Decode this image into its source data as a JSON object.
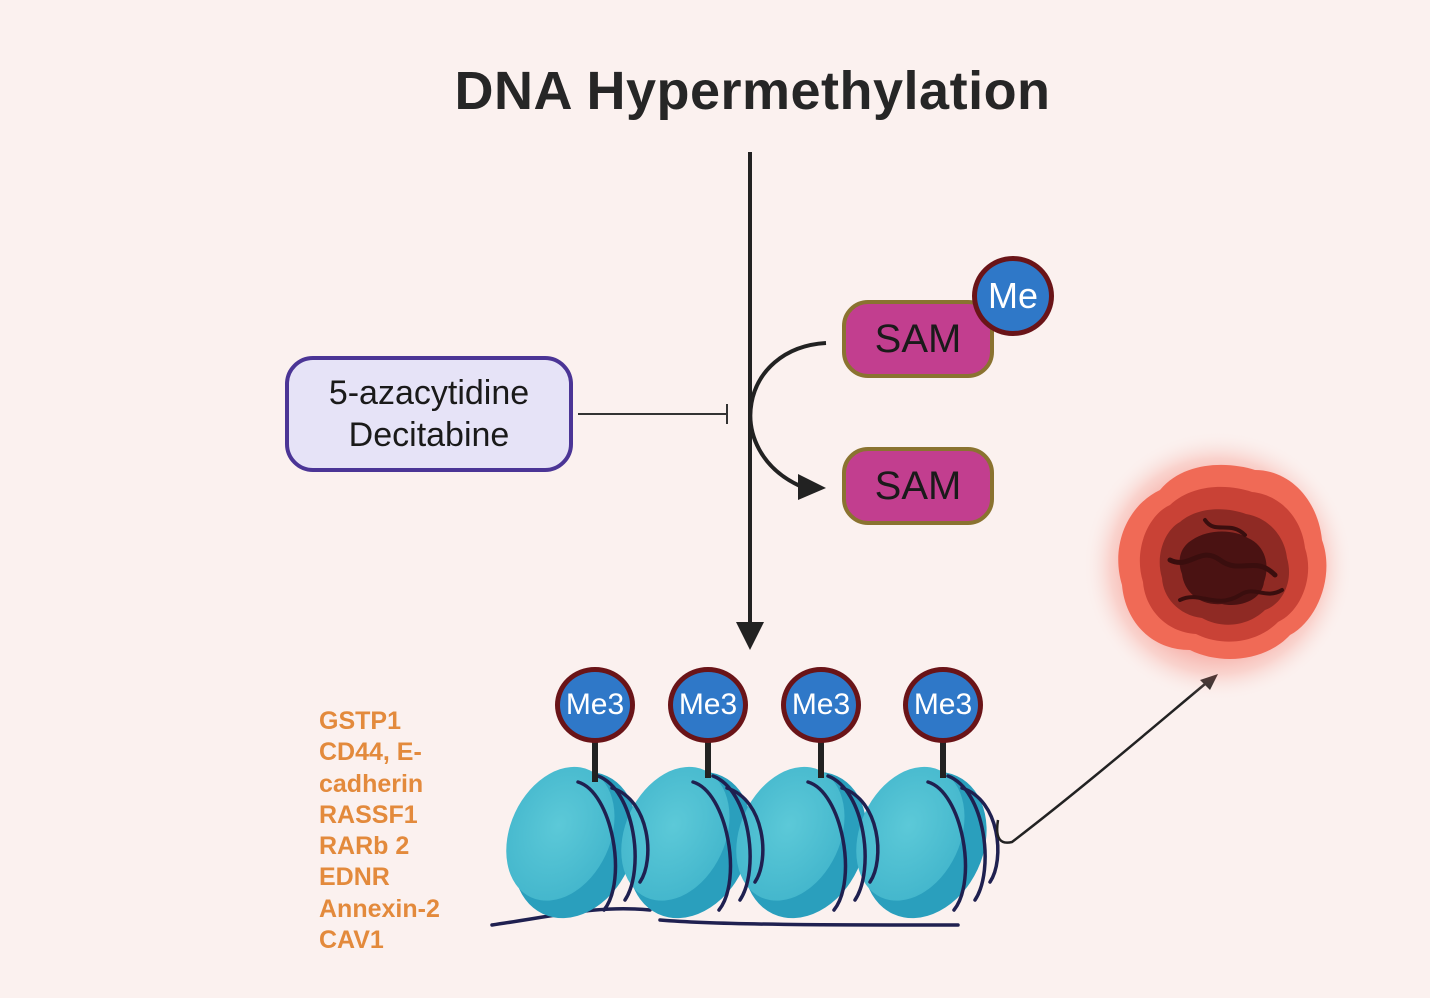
{
  "title": "DNA Hypermethylation",
  "drugs": [
    "5-azacytidine",
    "Decitabine"
  ],
  "sam_top": {
    "label": "SAM",
    "methyl_label": "Me"
  },
  "sam_bottom": {
    "label": "SAM"
  },
  "histone_marks": [
    "Me3",
    "Me3",
    "Me3",
    "Me3"
  ],
  "genes": [
    "GSTP1",
    "CD44, E-",
    "cadherin",
    "RASSF1",
    "RARb 2",
    "EDNR",
    "Annexin-2",
    "CAV1"
  ],
  "colors": {
    "background": "#fbf1ef",
    "title": "#262626",
    "drug_border": "#4b3596",
    "drug_fill": "#e6e3f7",
    "sam_fill": "#c23e8f",
    "sam_border": "#8a7330",
    "methyl_fill": "#2f78c8",
    "methyl_border": "#6a1418",
    "nucleosome": "#3fb3cc",
    "dna": "#1f2050",
    "gene_text": "#e38a3c",
    "tumor": "#e0473a"
  },
  "icons": [
    "nucleosome-icon",
    "tumor-cell-icon"
  ]
}
